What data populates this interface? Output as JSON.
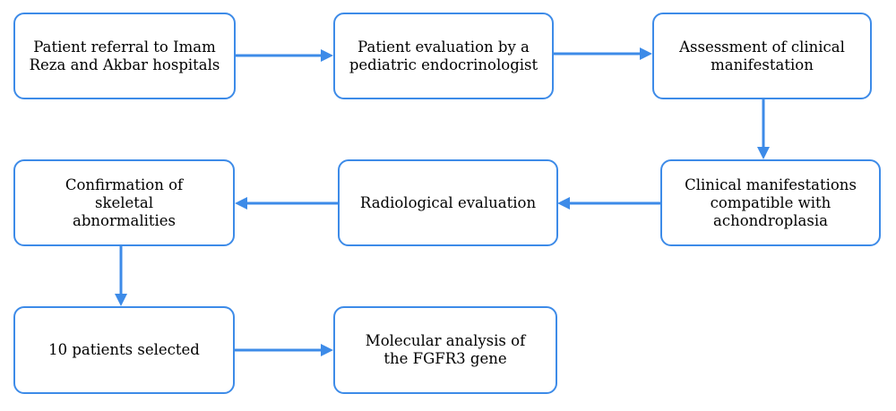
{
  "diagram": {
    "type": "flowchart",
    "accent_color": "#3d8be8",
    "nodes": [
      {
        "id": "referral",
        "text": "Patient referral to Imam Reza and Akbar hospitals"
      },
      {
        "id": "evaluation",
        "text": "Patient evaluation by a pediatric endocrinologist"
      },
      {
        "id": "assessment",
        "text": "Assessment of clinical manifestation"
      },
      {
        "id": "compatible",
        "text": "Clinical manifestations compatible with achondroplasia"
      },
      {
        "id": "radiological",
        "text": "Radiological evaluation"
      },
      {
        "id": "confirmation",
        "text": "Confirmation of skeletal abnormalities"
      },
      {
        "id": "selected",
        "text": "10 patients selected"
      },
      {
        "id": "molecular",
        "text": "Molecular analysis of the FGFR3 gene"
      }
    ],
    "edges": [
      {
        "from": "referral",
        "to": "evaluation"
      },
      {
        "from": "evaluation",
        "to": "assessment"
      },
      {
        "from": "assessment",
        "to": "compatible"
      },
      {
        "from": "compatible",
        "to": "radiological"
      },
      {
        "from": "radiological",
        "to": "confirmation"
      },
      {
        "from": "confirmation",
        "to": "selected"
      },
      {
        "from": "selected",
        "to": "molecular"
      }
    ]
  }
}
